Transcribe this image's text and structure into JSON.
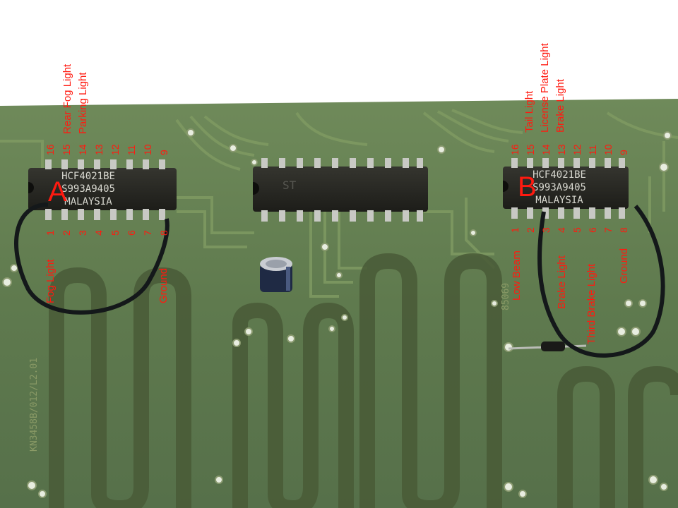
{
  "chips": {
    "a": {
      "marker": "A",
      "lines": [
        "HCF4021BE",
        "S993A9405",
        "MALAYSIA"
      ],
      "top_pins": [
        "16",
        "15",
        "14",
        "13",
        "12",
        "11",
        "10",
        "9"
      ],
      "bottom_pins": [
        "1",
        "2",
        "3",
        "4",
        "5",
        "6",
        "7",
        "8"
      ],
      "top_labels": [
        "Rear Fog Light",
        "Parking Light"
      ],
      "bottom_labels": [
        "Fog Light",
        "Ground"
      ]
    },
    "b": {
      "marker": "B",
      "lines": [
        "HCF4021BE",
        "S993A9405",
        "MALAYSIA"
      ],
      "top_pins": [
        "16",
        "15",
        "14",
        "13",
        "12",
        "11",
        "10",
        "9"
      ],
      "bottom_pins": [
        "1",
        "2",
        "3",
        "4",
        "5",
        "6",
        "7",
        "8"
      ],
      "top_labels": [
        "Tail Light",
        "License Plate Light",
        "Brake Light"
      ],
      "bottom_labels": [
        "Low Beam",
        "Brake Light",
        "Third Brake Light",
        "Ground"
      ]
    }
  },
  "board_text": {
    "middle_chip": "ST",
    "silkscreen_left": "KN3458B/012/L2.01",
    "silkscreen_right": "85069"
  },
  "colors": {
    "label": "#ff1a10",
    "board": "#5a6c45",
    "chip": "#24241f",
    "wire": "#14181a"
  }
}
